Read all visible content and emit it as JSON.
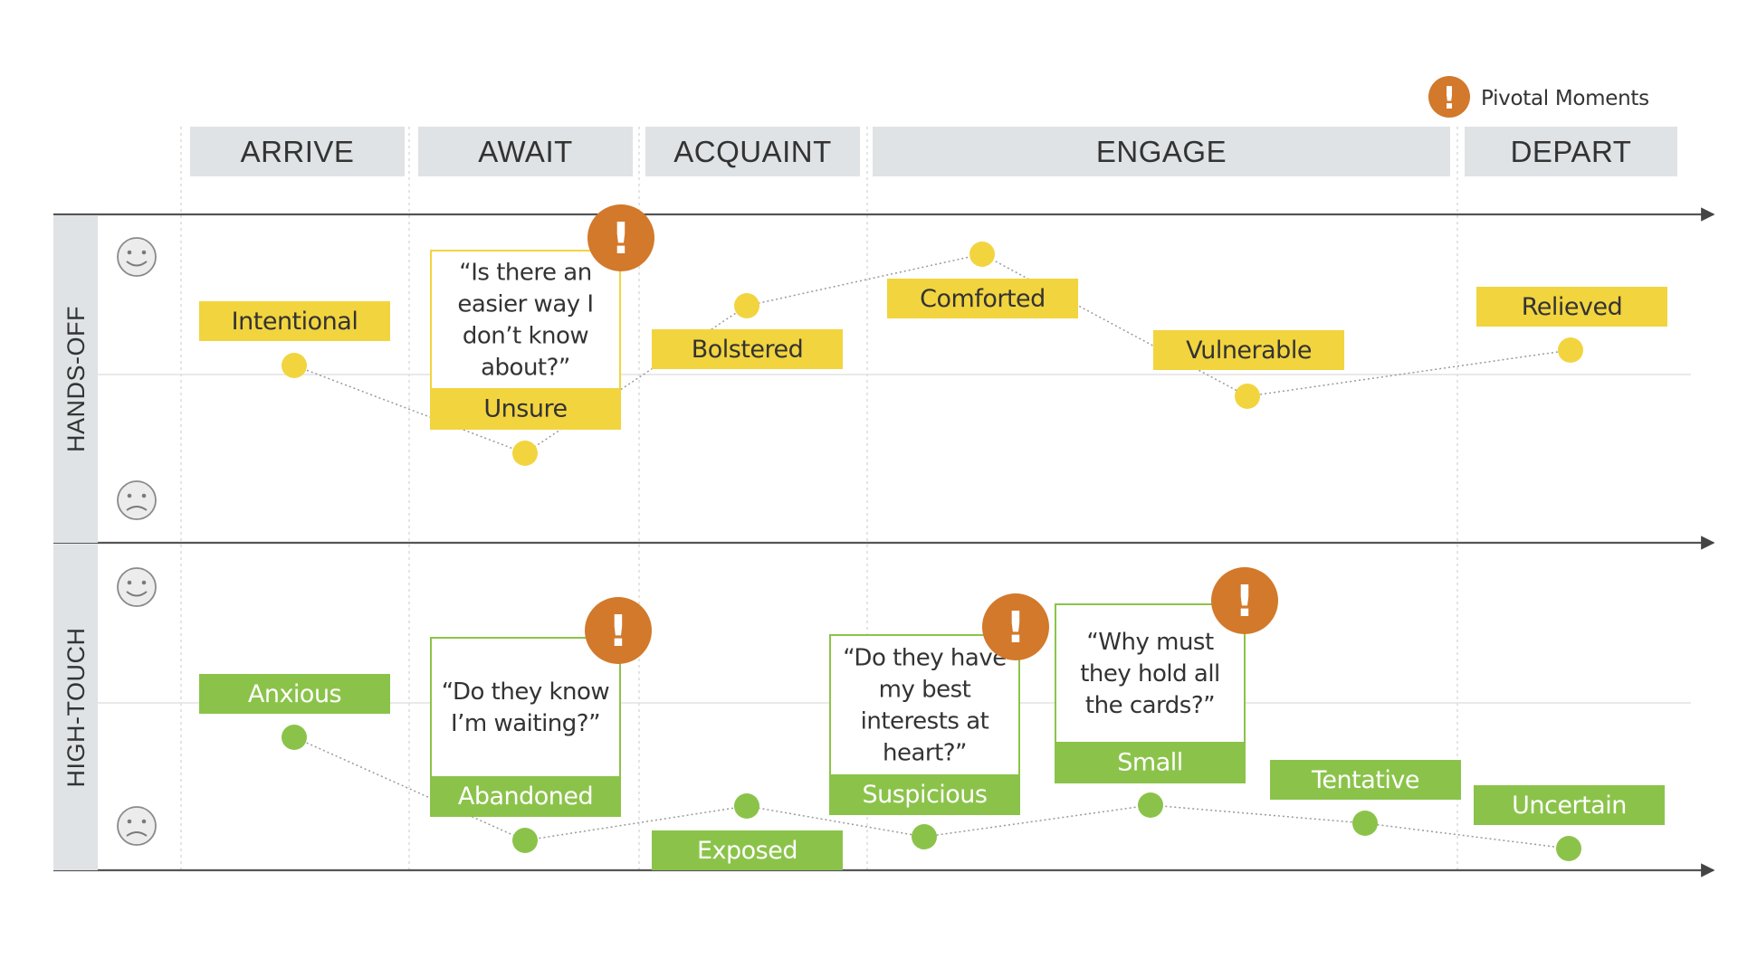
{
  "legend": {
    "label": "Pivotal Moments",
    "icon": "exclamation-icon",
    "symbol": "!"
  },
  "stages": [
    "ARRIVE",
    "AWAIT",
    "ACQUAINT",
    "ENGAGE",
    "DEPART"
  ],
  "lanes": [
    {
      "id": "hands-off",
      "label": "HANDS-OFF",
      "color": "#f2d43f",
      "faces": {
        "top": "happy-face-icon",
        "bottom": "sad-face-icon"
      },
      "emotions": [
        {
          "label": "Intentional"
        },
        {
          "label": "Unsure",
          "quote": [
            "“Is there an",
            "easier way I",
            "don’t know",
            "about?”"
          ],
          "pivotal": true
        },
        {
          "label": "Bolstered"
        },
        {
          "label": "Comforted"
        },
        {
          "label": "Vulnerable"
        },
        {
          "label": "Relieved"
        }
      ]
    },
    {
      "id": "high-touch",
      "label": "HIGH-TOUCH",
      "color": "#8bc34a",
      "faces": {
        "top": "happy-face-icon",
        "bottom": "sad-face-icon"
      },
      "emotions": [
        {
          "label": "Anxious"
        },
        {
          "label": "Abandoned",
          "quote": [
            "“Do they know",
            "I’m waiting?”"
          ],
          "pivotal": true
        },
        {
          "label": "Exposed"
        },
        {
          "label": "Suspicious",
          "quote": [
            "“Do they have",
            "my best",
            "interests at",
            "heart?”"
          ],
          "pivotal": true
        },
        {
          "label": "Small",
          "quote": [
            "“Why must",
            "they hold all",
            "the cards?”"
          ],
          "pivotal": true
        },
        {
          "label": "Tentative"
        },
        {
          "label": "Uncertain"
        }
      ]
    }
  ],
  "colors": {
    "pivotal": "#d2792b",
    "stage_bg": "#dfe3e6",
    "lane_bg": "#dfe3e6",
    "light_text": "#ffffff"
  }
}
